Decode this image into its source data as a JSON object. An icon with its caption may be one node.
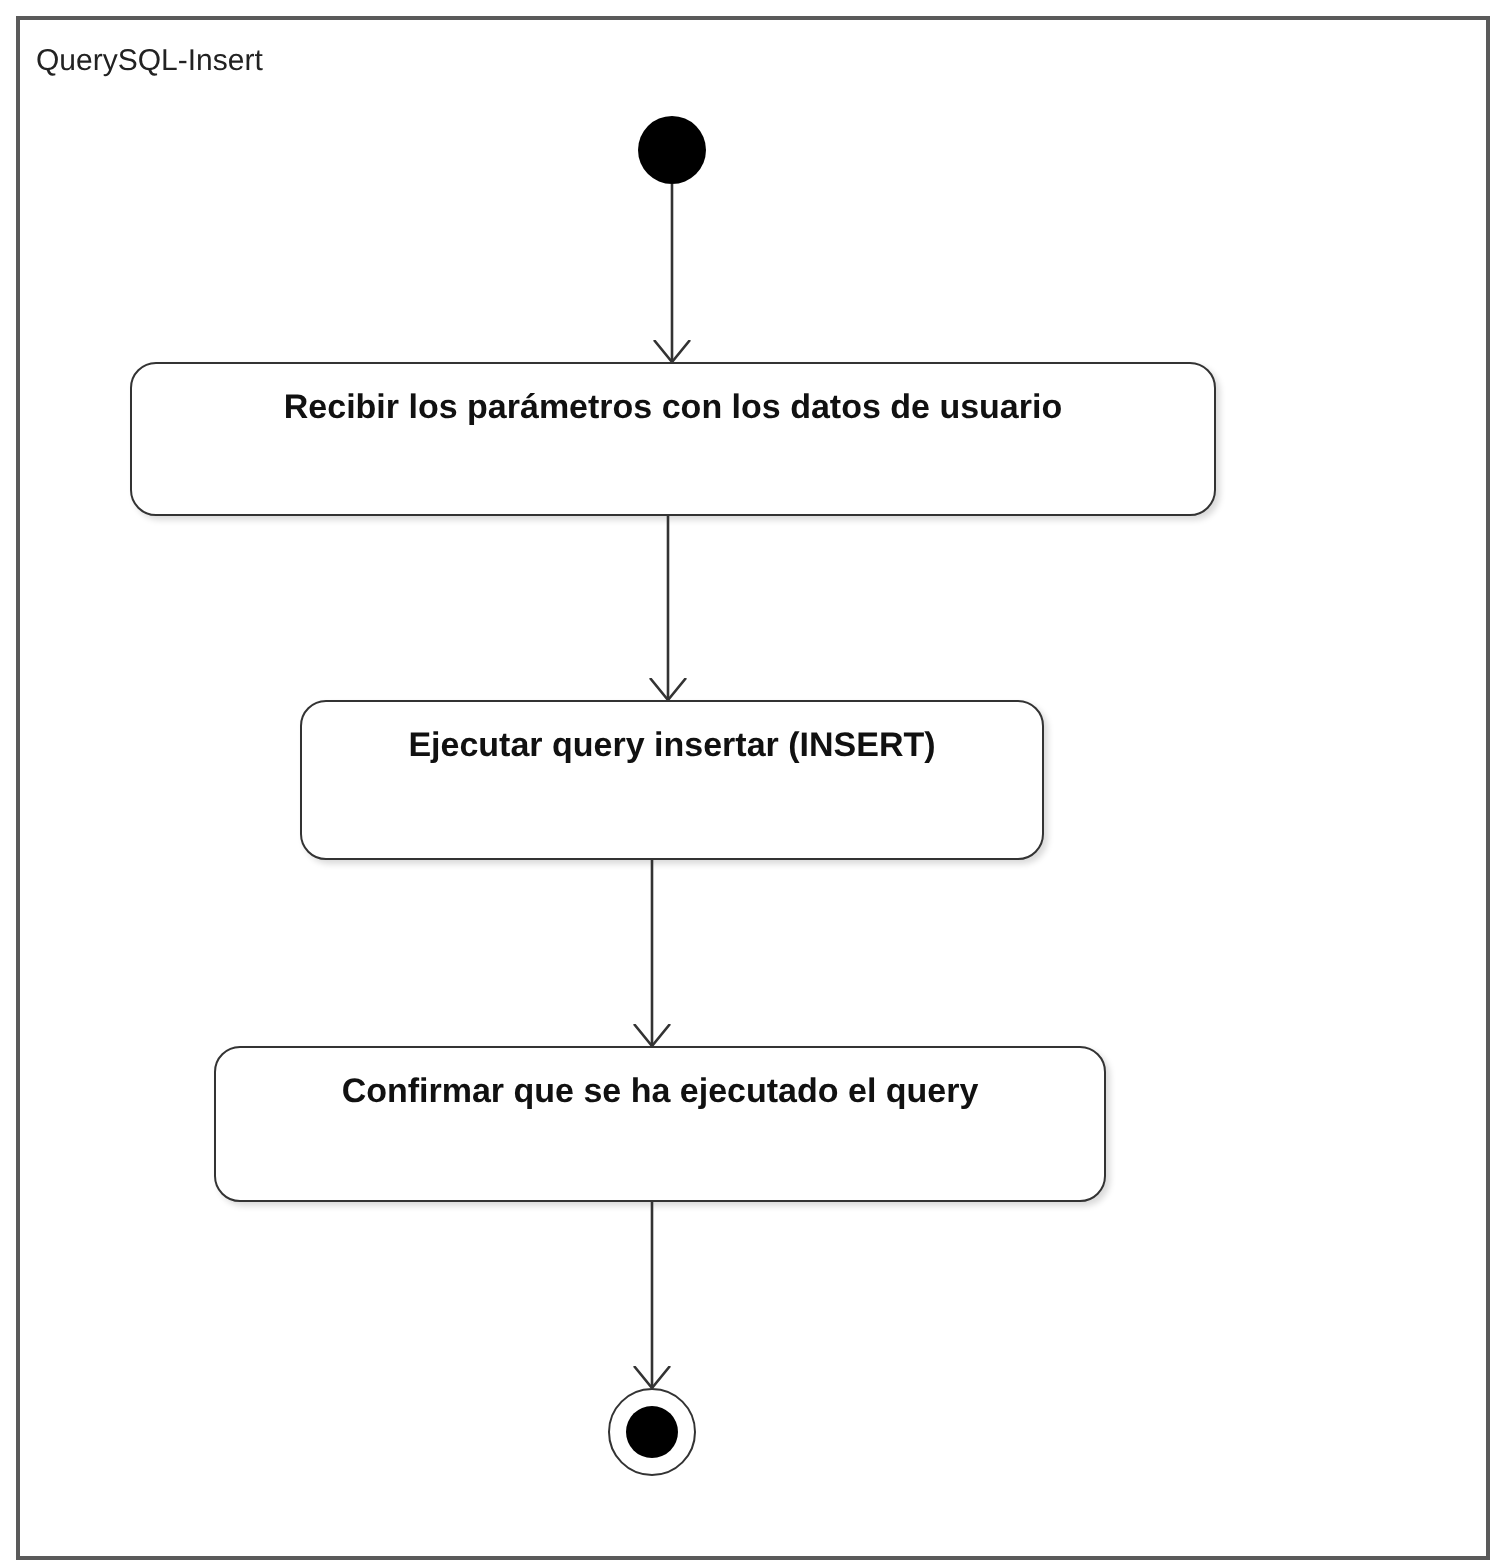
{
  "diagram": {
    "nodes": [
      {
        "text": [
          "QuerySQL-Insert"
        ]
      },
      {
        "text": [],
        "shape": "circle",
        "in": 0
      },
      {
        "text": [
          "Recibir los parámetros con los datos de usuario"
        ],
        "in": 0
      },
      {
        "text": [
          "Ejecutar query insertar (INSERT)"
        ],
        "in": 0
      },
      {
        "text": [
          "Confirmar que se ha ejecutado el query"
        ],
        "in": 0
      },
      {
        "text": [],
        "shape": "circle",
        "in": 0
      }
    ],
    "edges": [
      {
        "from": 1,
        "to": 2,
        "arrow": "to"
      },
      {
        "from": 2,
        "to": 3,
        "arrow": "to"
      },
      {
        "from": 3,
        "to": 4,
        "arrow": "to"
      },
      {
        "from": 4,
        "to": 5,
        "arrow": "to"
      }
    ]
  }
}
